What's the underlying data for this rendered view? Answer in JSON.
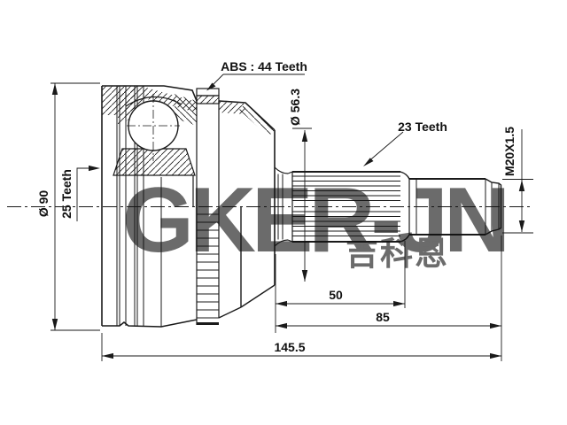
{
  "drawing": {
    "type": "technical-part-drawing",
    "subject": "CV joint outer race with splined shaft",
    "labels": {
      "abs_teeth": "ABS : 44 Teeth",
      "outer_diameter": "Ø 90",
      "inner_spline_teeth": "25 Teeth",
      "race_diameter": "Ø 56.3",
      "shaft_spline_teeth": "23 Teeth",
      "thread_spec": "M20X1.5"
    },
    "dimensions": {
      "spline_length": "50",
      "shaft_length": "85",
      "total_length": "145.5"
    },
    "watermark": {
      "latin": "GKER-JN",
      "cjk": "吉科恩",
      "color": "#b5b5b5"
    },
    "colors": {
      "line": "#1a1a1a",
      "background": "#ffffff"
    }
  }
}
